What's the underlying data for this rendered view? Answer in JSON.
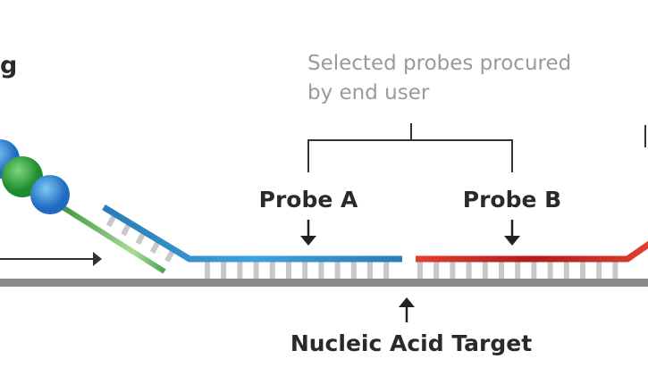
{
  "heading_fragment": "g",
  "note": {
    "line1": "Selected probes procured",
    "line2": "by end user"
  },
  "probes": [
    {
      "label": "Probe A",
      "color": "#2f86c0"
    },
    {
      "label": "Probe B",
      "color": "#cc2424"
    }
  ],
  "target": {
    "label": "Nucleic Acid Target",
    "color": "#8a8a8a"
  },
  "primer_color": "#4aa24a"
}
